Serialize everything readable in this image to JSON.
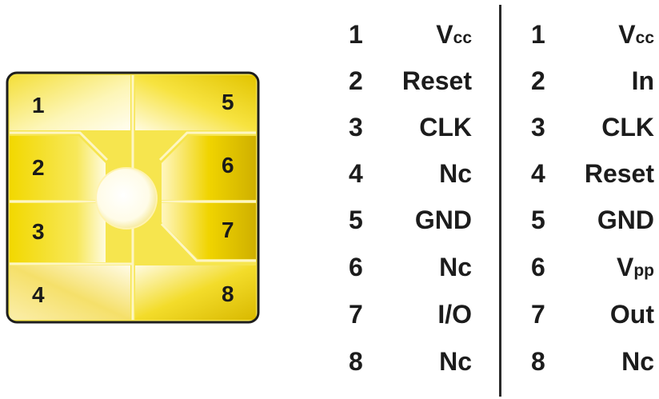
{
  "chip": {
    "pads": [
      {
        "num": "1"
      },
      {
        "num": "2"
      },
      {
        "num": "3"
      },
      {
        "num": "4"
      },
      {
        "num": "5"
      },
      {
        "num": "6"
      },
      {
        "num": "7"
      },
      {
        "num": "8"
      }
    ],
    "colors": {
      "gold_light": "#fffbe0",
      "gold": "#f2d80c",
      "gold_dark": "#c8ab00",
      "outline": "#1e1e1e"
    }
  },
  "table_left": {
    "rows": [
      {
        "num": "1",
        "signal": "V",
        "sub": "cc"
      },
      {
        "num": "2",
        "signal": "Reset",
        "sub": ""
      },
      {
        "num": "3",
        "signal": "CLK",
        "sub": ""
      },
      {
        "num": "4",
        "signal": "Nc",
        "sub": ""
      },
      {
        "num": "5",
        "signal": "GND",
        "sub": ""
      },
      {
        "num": "6",
        "signal": "Nc",
        "sub": ""
      },
      {
        "num": "7",
        "signal": "I/O",
        "sub": ""
      },
      {
        "num": "8",
        "signal": "Nc",
        "sub": ""
      }
    ]
  },
  "table_right": {
    "rows": [
      {
        "num": "1",
        "signal": "V",
        "sub": "cc"
      },
      {
        "num": "2",
        "signal": "In",
        "sub": ""
      },
      {
        "num": "3",
        "signal": "CLK",
        "sub": ""
      },
      {
        "num": "4",
        "signal": "Reset",
        "sub": ""
      },
      {
        "num": "5",
        "signal": "GND",
        "sub": ""
      },
      {
        "num": "6",
        "signal": "V",
        "sub": "pp"
      },
      {
        "num": "7",
        "signal": "Out",
        "sub": ""
      },
      {
        "num": "8",
        "signal": "Nc",
        "sub": ""
      }
    ]
  }
}
